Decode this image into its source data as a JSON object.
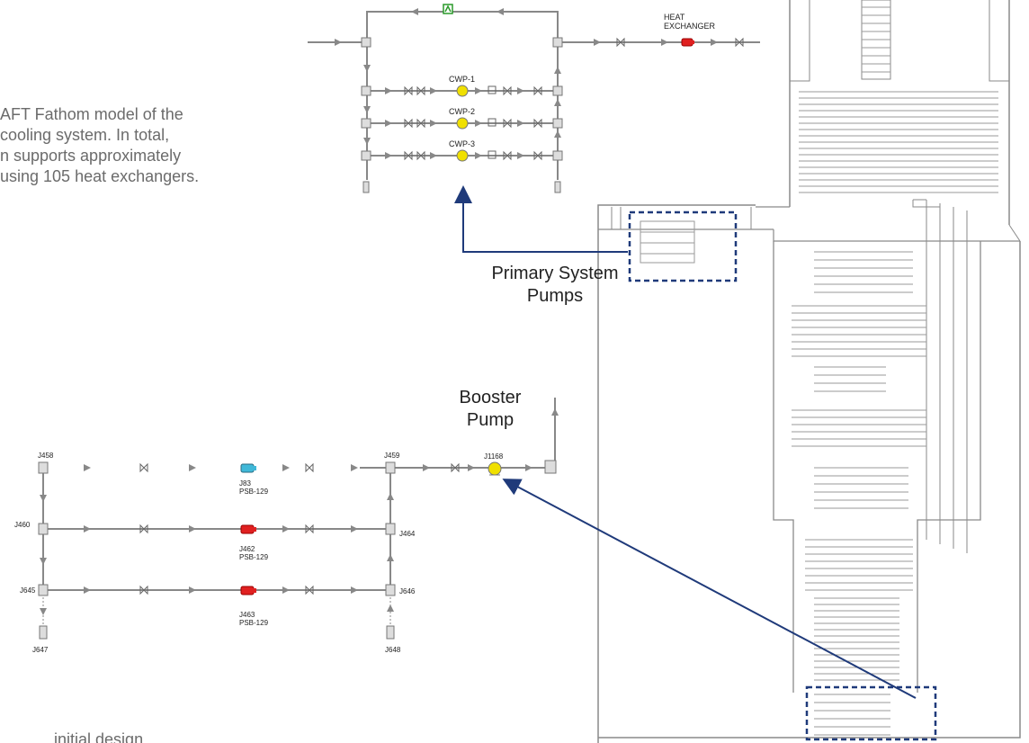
{
  "intro_lines": [
    "AFT Fathom model of the",
    "cooling system. In total,",
    "n supports approximately",
    "using 105 heat exchangers."
  ],
  "bottom_fragment": "...  .  .  .  .  initial design",
  "callouts": {
    "primary_line1": "Primary System",
    "primary_line2": "Pumps",
    "booster_line1": "Booster",
    "booster_line2": "Pump"
  },
  "top_diagram": {
    "heat_exchanger_line1": "HEAT",
    "heat_exchanger_line2": "EXCHANGER",
    "pumps": [
      "CWP-1",
      "CWP-2",
      "CWP-3"
    ]
  },
  "bottom_diagram": {
    "junctions": {
      "j458": "J458",
      "j459": "J459",
      "j460": "J460",
      "j464": "J464",
      "j645": "J645",
      "j646": "J646",
      "j647": "J647",
      "j648": "J648",
      "j1168": "J1168"
    },
    "exchangers": [
      {
        "id": "J83",
        "name": "PSB-129"
      },
      {
        "id": "J462",
        "name": "PSB-129"
      },
      {
        "id": "J463",
        "name": "PSB-129"
      }
    ]
  },
  "colors": {
    "pipe": "#888888",
    "pump": "#f0e000",
    "exchanger": "#e02020",
    "exchanger_selected": "#40b8d8",
    "callout_box": "#1f3a7a",
    "arrow": "#1f3a7a",
    "check_valve": "#2a9a2a"
  }
}
